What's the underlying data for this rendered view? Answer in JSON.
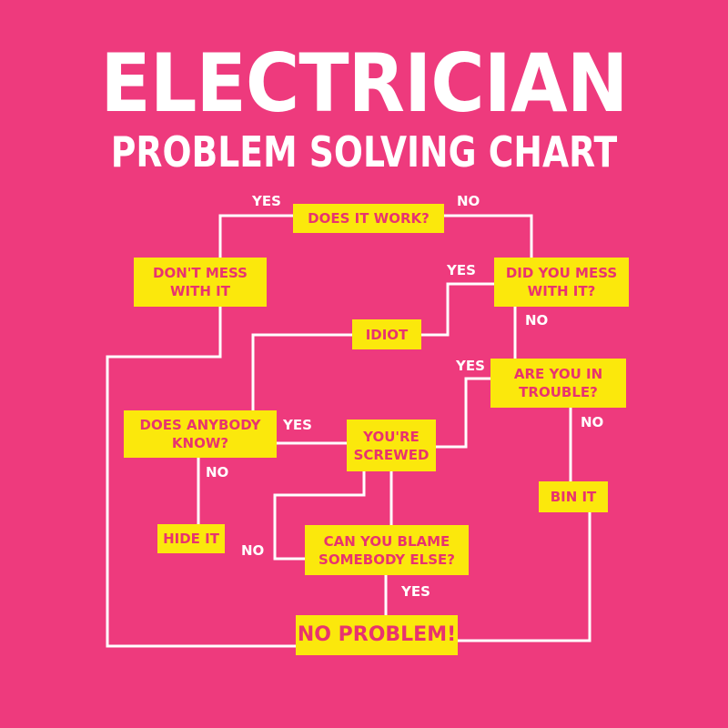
{
  "title": "ELECTRICIAN",
  "subtitle": "PROBLEM SOLVING CHART",
  "colors": {
    "background": "#ee3a7d",
    "box": "#fbe80c",
    "box_text": "#e8336f",
    "lines": "#ffffff"
  },
  "nodes": {
    "does_it_work": "DOES IT WORK?",
    "dont_mess": "DON'T MESS\nWITH IT",
    "did_you_mess": "DID YOU MESS\nWITH IT?",
    "idiot": "IDIOT",
    "are_you_in_trouble": "ARE YOU IN\nTROUBLE?",
    "does_anybody_know": "DOES ANYBODY\nKNOW?",
    "youre_screwed": "YOU'RE\nSCREWED",
    "bin_it": "BIN IT",
    "hide_it": "HIDE IT",
    "blame_somebody": "CAN YOU BLAME\nSOMEBODY ELSE?",
    "no_problem": "NO PROBLEM!"
  },
  "edge_labels": {
    "work_yes": "YES",
    "work_no": "NO",
    "mess_yes": "YES",
    "mess_no": "NO",
    "trouble_yes": "YES",
    "trouble_no": "NO",
    "know_yes": "YES",
    "know_no": "NO",
    "blame_no": "NO",
    "blame_yes": "YES"
  }
}
